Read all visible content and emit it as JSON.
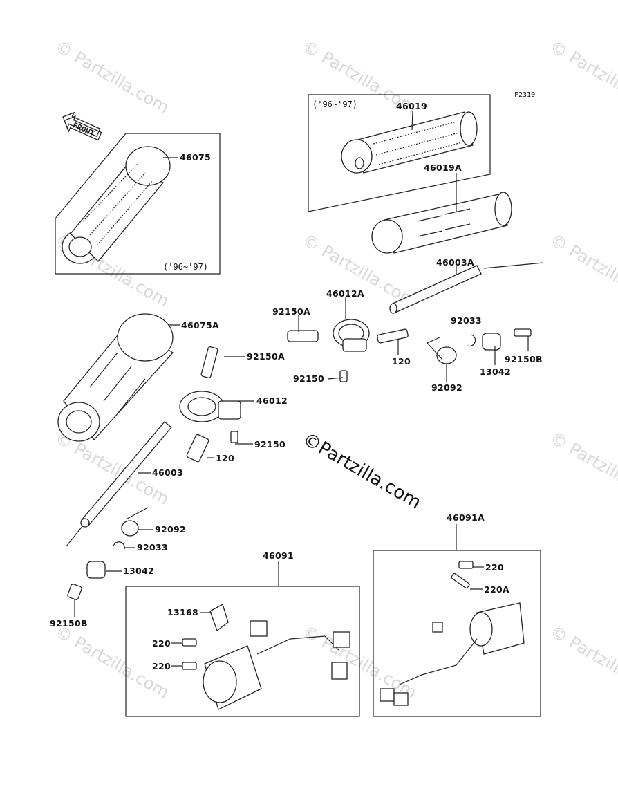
{
  "diagram": {
    "figure_code": "F2310",
    "front_label": "FRONT",
    "watermark": "© Partzilla.com",
    "watermark_center_copy": "©",
    "watermark_center_text": "Partzilla.com"
  },
  "boxes": {
    "left_grip_note": "('96~'97)",
    "right_grip_note": "('96~'97)"
  },
  "parts": [
    {
      "id": "p46075",
      "number": "46075"
    },
    {
      "id": "p46019",
      "number": "46019"
    },
    {
      "id": "p46019A",
      "number": "46019A"
    },
    {
      "id": "p46003A",
      "number": "46003A"
    },
    {
      "id": "p46012A",
      "number": "46012A"
    },
    {
      "id": "p92150A_top",
      "number": "92150A"
    },
    {
      "id": "p92033_top",
      "number": "92033"
    },
    {
      "id": "p46075A",
      "number": "46075A"
    },
    {
      "id": "p92150A_left",
      "number": "92150A"
    },
    {
      "id": "p120_top",
      "number": "120"
    },
    {
      "id": "p92150B_top",
      "number": "92150B"
    },
    {
      "id": "p92150_top",
      "number": "92150"
    },
    {
      "id": "p13042_top",
      "number": "13042"
    },
    {
      "id": "p92092_top",
      "number": "92092"
    },
    {
      "id": "p46012",
      "number": "46012"
    },
    {
      "id": "p92150_mid",
      "number": "92150"
    },
    {
      "id": "p120_mid",
      "number": "120"
    },
    {
      "id": "p46003",
      "number": "46003"
    },
    {
      "id": "p46091A",
      "number": "46091A"
    },
    {
      "id": "p92092_bot",
      "number": "92092"
    },
    {
      "id": "p92033_bot",
      "number": "92033"
    },
    {
      "id": "p46091",
      "number": "46091"
    },
    {
      "id": "p220_right",
      "number": "220"
    },
    {
      "id": "p13042_bot",
      "number": "13042"
    },
    {
      "id": "p220A",
      "number": "220A"
    },
    {
      "id": "p13168",
      "number": "13168"
    },
    {
      "id": "p92150B_bot",
      "number": "92150B"
    },
    {
      "id": "p220_a",
      "number": "220"
    },
    {
      "id": "p220_b",
      "number": "220"
    }
  ]
}
